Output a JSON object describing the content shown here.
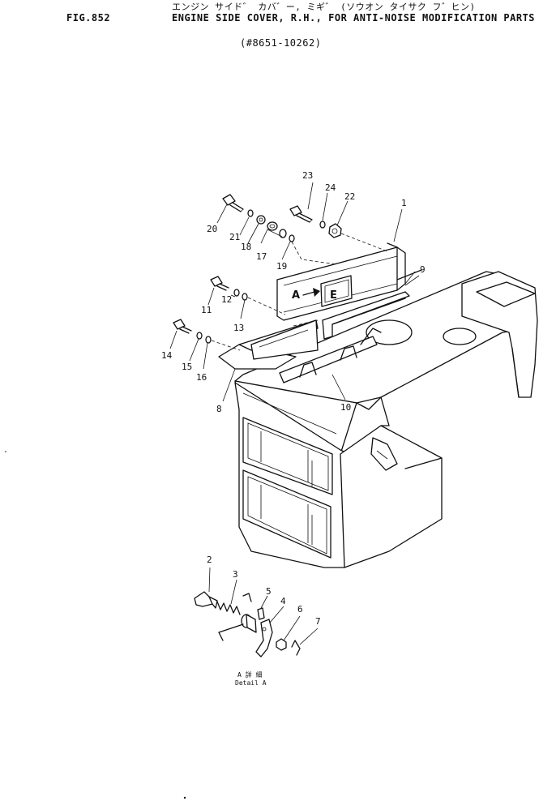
{
  "header": {
    "japanese_title": "エンジン サイド゛ カバ゛ー, ミギ゛ (ソウオン タイサク フ゛ヒン)",
    "figure_number": "FIG.852",
    "title": "ENGINE SIDE COVER, R.H., FOR ANTI-NOISE MODIFICATION PARTS",
    "serial_range": "(#8651-10262)"
  },
  "callouts": [
    "1",
    "2",
    "3",
    "4",
    "5",
    "6",
    "7",
    "8",
    "9",
    "10",
    "11",
    "12",
    "13",
    "14",
    "15",
    "16",
    "17",
    "18",
    "19",
    "20",
    "21",
    "22",
    "23",
    "24"
  ],
  "detail": {
    "label_jp": "A 詳 細",
    "label_en": "Detail A",
    "arrow_letter": "A",
    "target_letter": "E"
  }
}
